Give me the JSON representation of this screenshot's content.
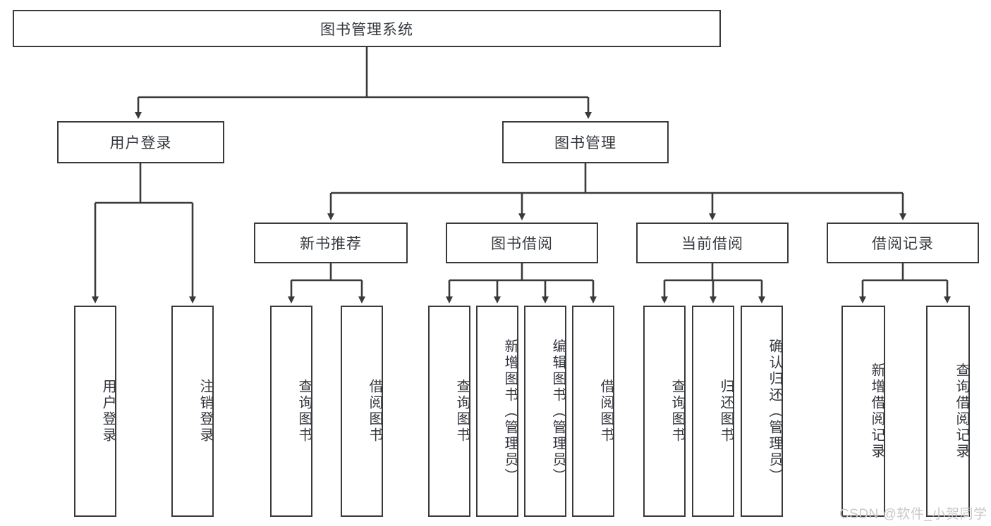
{
  "diagram": {
    "type": "tree-hierarchy-diagram",
    "title": "图书管理系统",
    "watermark": "CSDN @软件_小贺同学",
    "root": {
      "label": "图书管理系统"
    },
    "level1": [
      {
        "label": "用户登录"
      },
      {
        "label": "图书管理"
      }
    ],
    "level2": [
      {
        "label": "新书推荐"
      },
      {
        "label": "图书借阅"
      },
      {
        "label": "当前借阅"
      },
      {
        "label": "借阅记录"
      }
    ],
    "leaves": {
      "user_login": [
        {
          "label": "用户登录"
        },
        {
          "label": "注销登录"
        }
      ],
      "new_book": [
        {
          "label": "查询图书"
        },
        {
          "label": "借阅图书"
        }
      ],
      "book_borrow": [
        {
          "label": "查询图书"
        },
        {
          "label": "新增图书（管理员）"
        },
        {
          "label": "编辑图书（管理员）"
        },
        {
          "label": "借阅图书"
        }
      ],
      "current_borrow": [
        {
          "label": "查询图书"
        },
        {
          "label": "归还图书"
        },
        {
          "label": "确认归还（管理员）"
        }
      ],
      "borrow_record": [
        {
          "label": "新增借阅记录"
        },
        {
          "label": "查询借阅记录"
        }
      ]
    },
    "colors": {
      "stroke": "#3a3a3a",
      "text": "#33373d",
      "background": "#ffffff",
      "watermark": "#c8c8c8"
    }
  }
}
